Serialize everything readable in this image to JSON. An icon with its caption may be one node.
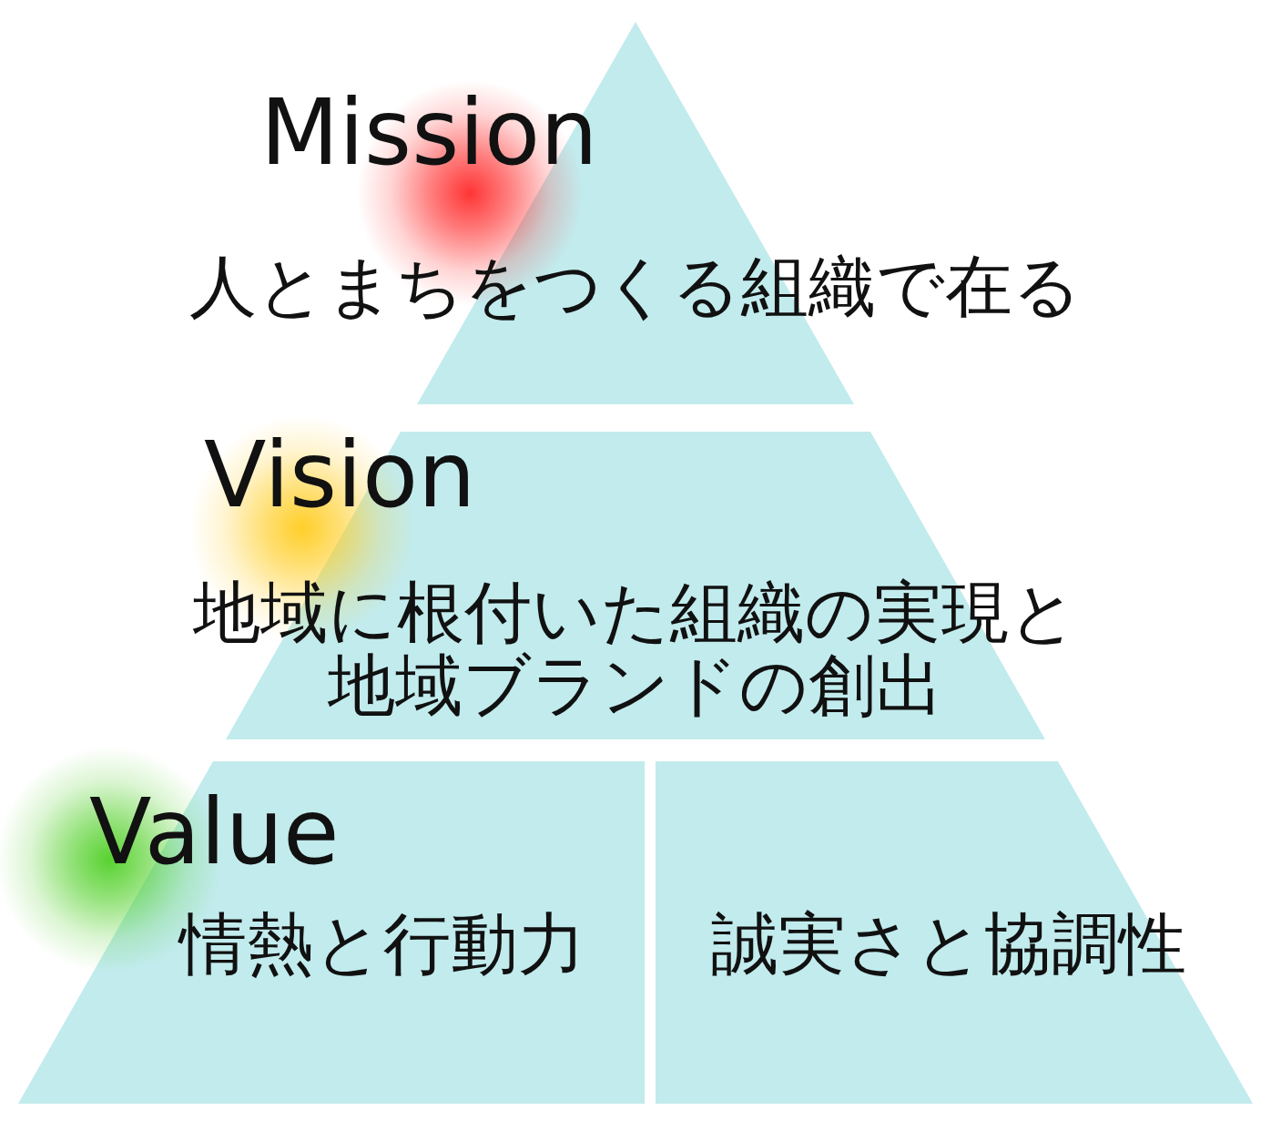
{
  "diagram": {
    "nodes": [
      {
        "text": [
          "Mission",
          "人とまちをつくる組織で在る"
        ]
      },
      {
        "text": [
          "Vision",
          "地域に根付いた組織の実現と地域ブランドの創出"
        ]
      },
      {
        "text": [
          "Value",
          "情熱と行動力"
        ]
      },
      {
        "text": [
          "誠実さと協調性"
        ]
      }
    ]
  }
}
